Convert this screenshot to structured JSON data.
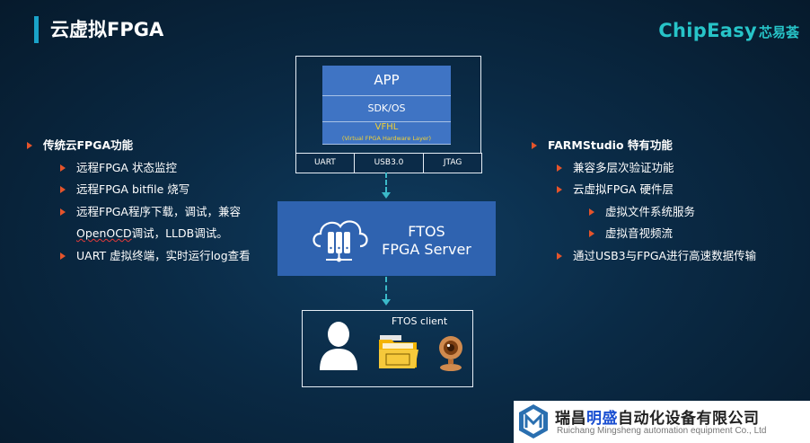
{
  "header": {
    "title": "云虚拟FPGA",
    "brand_en": "ChipEasy",
    "brand_cn": "芯易荟",
    "accent_color": "#27c4c8"
  },
  "diagram": {
    "stack": {
      "app": "APP",
      "sdk": "SDK/OS",
      "vfhl": "VFHL",
      "vfhl_sub": "(Virtual FPGA Hardware Layer)",
      "ports": [
        "UART",
        "USB3.0",
        "JTAG"
      ]
    },
    "server": {
      "line1": "FTOS",
      "line2": "FPGA Server",
      "icon": "cloud-server-icon",
      "color": "#2f63b0"
    },
    "client": {
      "label": "FTOS client",
      "icons": [
        "user-icon",
        "folder-icon",
        "webcam-icon"
      ]
    }
  },
  "left_list": {
    "heading": "传统云FPGA功能",
    "items": [
      "远程FPGA 状态监控",
      "远程FPGA bitfile 烧写",
      "远程FPGA程序下载，调试，兼容",
      "UART 虚拟终端，实时运行log查看"
    ],
    "item3_cont_a": "OpenOCD",
    "item3_cont_b": "调试，LLDB调试。"
  },
  "right_list": {
    "heading": "FARMStudio 特有功能",
    "items": [
      "兼容多层次验证功能",
      "云虚拟FPGA 硬件层"
    ],
    "sub_items": [
      "虚拟文件系统服务",
      "虚拟音视频流"
    ],
    "last_item": "通过USB3与FPGA进行高速数据传输",
    "bullet_color": "#e5542b"
  },
  "footer": {
    "company_cn_a": "瑞昌",
    "company_cn_b": "明盛",
    "company_cn_c": "自动化设备有限公司",
    "company_en": "Ruichang Mingsheng automation equipment Co., Ltd"
  }
}
